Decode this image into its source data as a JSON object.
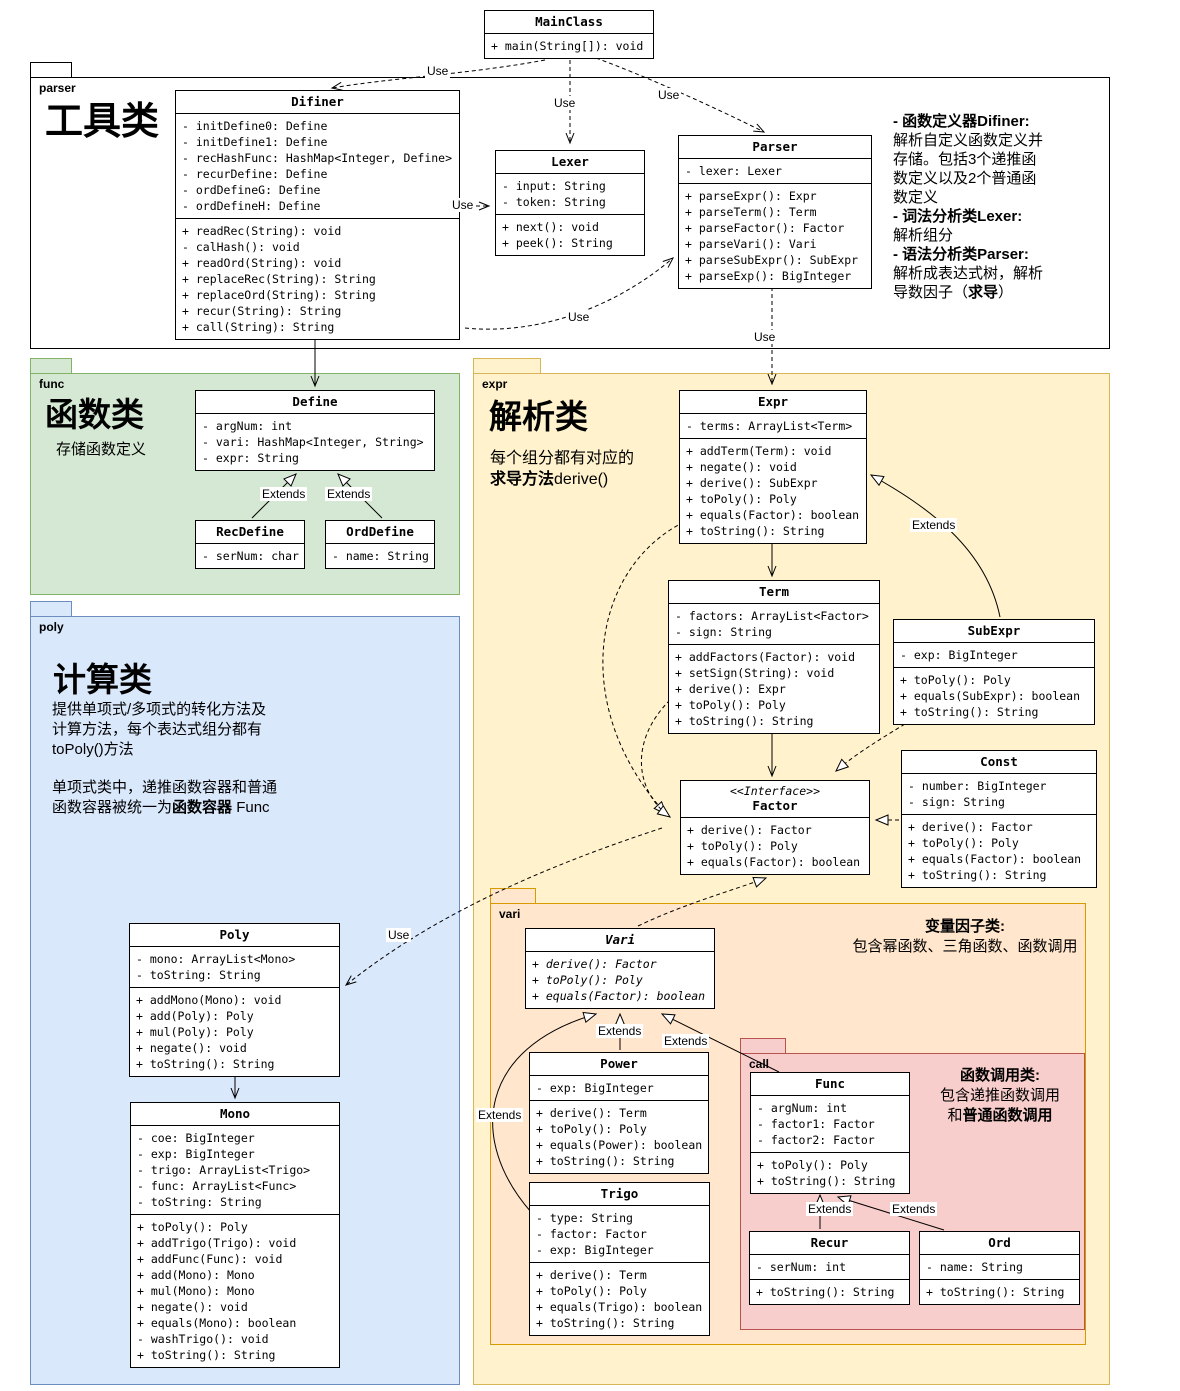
{
  "edge_labels": {
    "use": "Use",
    "extends": "Extends"
  },
  "packages": {
    "parser": {
      "label": "parser",
      "title": "工具类"
    },
    "func": {
      "label": "func",
      "title": "函数类"
    },
    "expr": {
      "label": "expr",
      "title": "解析类"
    },
    "poly": {
      "label": "poly",
      "title": "计算类"
    },
    "vari": {
      "label": "vari"
    },
    "call": {
      "label": "call"
    }
  },
  "notes": {
    "parser": [
      [
        {
          "t": "- 函数定义器Difiner:",
          "b": true
        }
      ],
      [
        {
          "t": "解析自定义函数定义并"
        }
      ],
      [
        {
          "t": "存储。包括3个递推函"
        }
      ],
      [
        {
          "t": "数定义以及2个普通函"
        }
      ],
      [
        {
          "t": "数定义"
        }
      ],
      [
        {
          "t": "- 词法分析类Lexer:",
          "b": true
        }
      ],
      [
        {
          "t": "解析组分"
        }
      ],
      [
        {
          "t": "- 语法分析类Parser:",
          "b": true
        }
      ],
      [
        {
          "t": "解析成表达式树，解析"
        }
      ],
      [
        {
          "t": "导数因子（"
        },
        {
          "t": "求导",
          "b": true
        },
        {
          "t": "）"
        }
      ]
    ],
    "func": [
      [
        {
          "t": "存储函数定义"
        }
      ]
    ],
    "expr": [
      [
        {
          "t": "每个组分都有对应的"
        }
      ],
      [
        {
          "t": "求导方法",
          "b": true
        },
        {
          "t": "derive()"
        }
      ]
    ],
    "poly1": [
      [
        {
          "t": "提供单项式/多项式的转化方法及"
        }
      ],
      [
        {
          "t": "计算方法，每个表达式组分都有"
        }
      ],
      [
        {
          "t": "toPoly()方法"
        }
      ]
    ],
    "poly2": [
      [
        {
          "t": "单项式类中，递推函数容器和普通"
        }
      ],
      [
        {
          "t": "函数容器被统一为"
        },
        {
          "t": "函数容器",
          "b": true
        },
        {
          "t": " Func"
        }
      ]
    ],
    "vari": [
      [
        {
          "t": "变量因子类:",
          "b": true
        }
      ],
      [
        {
          "t": "包含幂函数、三角函数、函数调用"
        }
      ]
    ],
    "call": [
      [
        {
          "t": "函数调用类:",
          "b": true
        }
      ],
      [
        {
          "t": "包含递推函数调用"
        }
      ],
      [
        {
          "t": "和"
        },
        {
          "t": "普通函数调用",
          "b": true
        }
      ]
    ]
  },
  "classes": {
    "main_class": {
      "name": "MainClass",
      "methods": [
        "+ main(String[]): void"
      ]
    },
    "difiner": {
      "name": "Difiner",
      "attributes": [
        "- initDefine0: Define",
        "- initDefine1: Define",
        "- recHashFunc: HashMap<Integer, Define>",
        "- recurDefine: Define",
        "- ordDefineG: Define",
        "- ordDefineH: Define"
      ],
      "methods": [
        "+ readRec(String): void",
        "- calHash(): void",
        "+ readOrd(String): void",
        "+ replaceRec(String): String",
        "+ replaceOrd(String): String",
        "+ recur(String): String",
        "+ call(String): String"
      ]
    },
    "lexer": {
      "name": "Lexer",
      "attributes": [
        "- input: String",
        "- token: String"
      ],
      "methods": [
        "+ next(): void",
        "+ peek(): String"
      ]
    },
    "parser": {
      "name": "Parser",
      "attributes": [
        "- lexer: Lexer"
      ],
      "methods": [
        "+ parseExpr(): Expr",
        "+ parseTerm(): Term",
        "+ parseFactor(): Factor",
        "+ parseVari(): Vari",
        "+ parseSubExpr(): SubExpr",
        "+ parseExp(): BigInteger"
      ]
    },
    "define": {
      "name": "Define",
      "attributes": [
        "- argNum: int",
        "- vari: HashMap<Integer, String>",
        "- expr: String"
      ]
    },
    "rec_define": {
      "name": "RecDefine",
      "attributes": [
        "- serNum: char"
      ]
    },
    "ord_define": {
      "name": "OrdDefine",
      "attributes": [
        "- name: String"
      ]
    },
    "expr": {
      "name": "Expr",
      "attributes": [
        "- terms: ArrayList<Term>"
      ],
      "methods": [
        "+ addTerm(Term): void",
        "+ negate(): void",
        "+ derive(): SubExpr",
        "+ toPoly(): Poly",
        "+ equals(Factor): boolean",
        "+ toString(): String"
      ]
    },
    "term": {
      "name": "Term",
      "attributes": [
        "- factors: ArrayList<Factor>",
        "- sign: String"
      ],
      "methods": [
        "+ addFactors(Factor): void",
        "+ setSign(String): void",
        "+ derive(): Expr",
        "+ toPoly(): Poly",
        "+ toString(): String"
      ]
    },
    "sub_expr": {
      "name": "SubExpr",
      "attributes": [
        "- exp: BigInteger"
      ],
      "methods": [
        "+ toPoly(): Poly",
        "+ equals(SubExpr): boolean",
        "+ toString(): String"
      ]
    },
    "const": {
      "name": "Const",
      "attributes": [
        "- number: BigInteger",
        "- sign: String"
      ],
      "methods": [
        "+ derive(): Factor",
        "+ toPoly(): Poly",
        "+ equals(Factor): boolean",
        "+ toString(): String"
      ]
    },
    "factor": {
      "stereotype": "<<Interface>>",
      "name": "Factor",
      "methods": [
        "+ derive(): Factor",
        "+ toPoly(): Poly",
        "+ equals(Factor): boolean"
      ]
    },
    "vari": {
      "name": "Vari",
      "methods": [
        "+ derive(): Factor",
        "+ toPoly(): Poly",
        "+ equals(Factor): boolean"
      ]
    },
    "power": {
      "name": "Power",
      "attributes": [
        "- exp: BigInteger"
      ],
      "methods": [
        "+ derive(): Term",
        "+ toPoly(): Poly",
        "+ equals(Power): boolean",
        "+ toString(): String"
      ]
    },
    "trigo": {
      "name": "Trigo",
      "attributes": [
        "- type: String",
        "- factor: Factor",
        "- exp: BigInteger"
      ],
      "methods": [
        "+ derive(): Term",
        "+ toPoly(): Poly",
        "+ equals(Trigo): boolean",
        "+ toString(): String"
      ]
    },
    "func": {
      "name": "Func",
      "attributes": [
        "- argNum: int",
        "- factor1: Factor",
        "- factor2: Factor"
      ],
      "methods": [
        "+ toPoly(): Poly",
        "+ toString(): String"
      ]
    },
    "recur": {
      "name": "Recur",
      "attributes": [
        "- serNum: int"
      ],
      "methods": [
        "+ toString(): String"
      ]
    },
    "ord": {
      "name": "Ord",
      "attributes": [
        "- name: String"
      ],
      "methods": [
        "+ toString(): String"
      ]
    },
    "poly": {
      "name": "Poly",
      "attributes": [
        "- mono: ArrayList<Mono>",
        "- toString: String"
      ],
      "methods": [
        "+ addMono(Mono): void",
        "+ add(Poly): Poly",
        "+ mul(Poly): Poly",
        "+ negate(): void",
        "+ toString(): String"
      ]
    },
    "mono": {
      "name": "Mono",
      "attributes": [
        "- coe: BigInteger",
        "- exp: BigInteger",
        "- trigo: ArrayList<Trigo>",
        "- func: ArrayList<Func>",
        "- toString: String"
      ],
      "methods": [
        "+ toPoly(): Poly",
        "+ addTrigo(Trigo): void",
        "+ addFunc(Func): void",
        "+ add(Mono): Mono",
        "+ mul(Mono): Mono",
        "+ negate(): void",
        "+ equals(Mono): boolean",
        "- washTrigo(): void",
        "+ toString(): String"
      ]
    }
  }
}
